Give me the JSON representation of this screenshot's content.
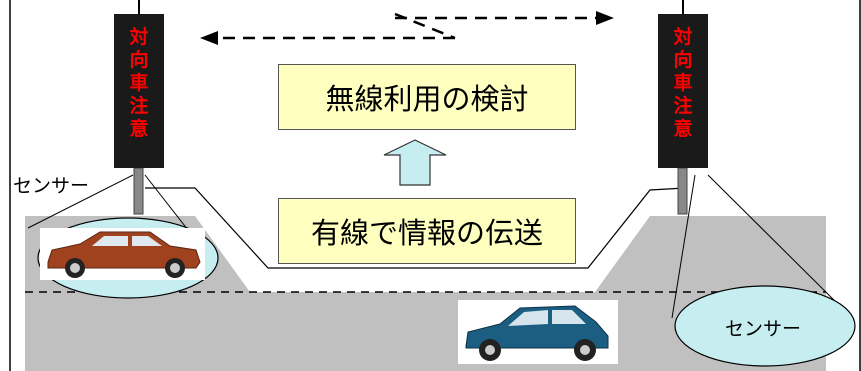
{
  "sign_left": {
    "text": "対向車注意"
  },
  "sign_right": {
    "text": "対向車注意"
  },
  "box_top": {
    "label": "無線利用の検討"
  },
  "box_bottom": {
    "label": "有線で情報の伝送"
  },
  "sensor_label_left": "センサー",
  "sensor_label_right": "センサー",
  "colors": {
    "sign_bg": "#1a1a1a",
    "sign_text": "#ff0000",
    "box_fill": "#ffffc0",
    "road": "#c0c0c0",
    "arrow_fill": "#c6eef0",
    "sensor_fill": "#c6eef0",
    "car_red": "#a0421e",
    "car_blue": "#1b5e82"
  }
}
